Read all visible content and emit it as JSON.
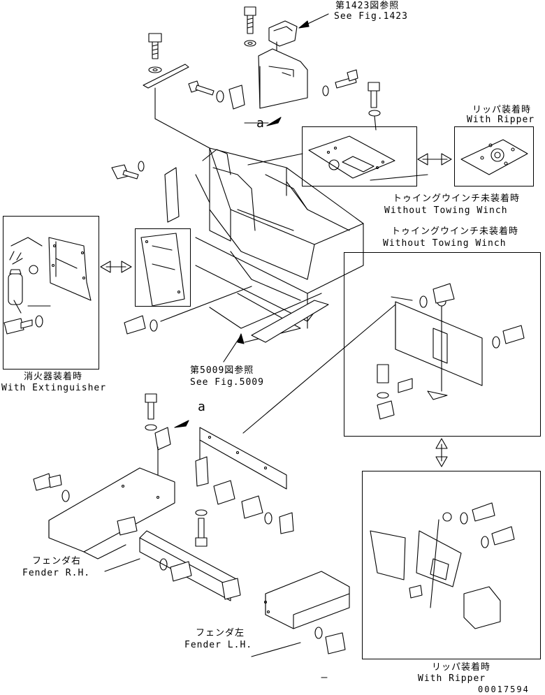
{
  "callouts": {
    "fig1423_jp": "第1423図参照",
    "fig1423_en": "See Fig.1423",
    "fig5009_jp": "第5009図参照",
    "fig5009_en": "See Fig.5009",
    "ripper_top_jp": "リッパ装着時",
    "ripper_top_en": "With Ripper",
    "no_winch_a_jp": "トゥイングウインチ未装着時",
    "no_winch_a_en": "Without Towing Winch",
    "no_winch_b_jp": "トゥイングウインチ未装着時",
    "no_winch_b_en": "Without Towing Winch",
    "extinguisher_jp": "消火器装着時",
    "extinguisher_en": "With Extinguisher",
    "fender_rh_jp": "フェンダ右",
    "fender_rh_en": "Fender R.H.",
    "fender_lh_jp": "フェンダ左",
    "fender_lh_en": "Fender L.H.",
    "ripper_bottom_jp": "リッパ装着時",
    "ripper_bottom_en": "With Ripper",
    "ref_mark_top": "a",
    "ref_mark_bottom": "a"
  },
  "drawing_number": "00017594"
}
